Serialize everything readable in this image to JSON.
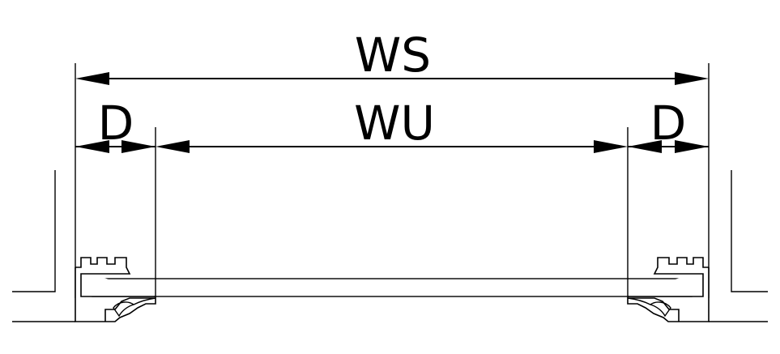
{
  "diagram": {
    "labels": {
      "overall_width": "WS",
      "usable_width": "WU",
      "left_offset": "D",
      "right_offset": "D"
    },
    "colors": {
      "stroke": "#000000",
      "background": "#ffffff"
    }
  }
}
